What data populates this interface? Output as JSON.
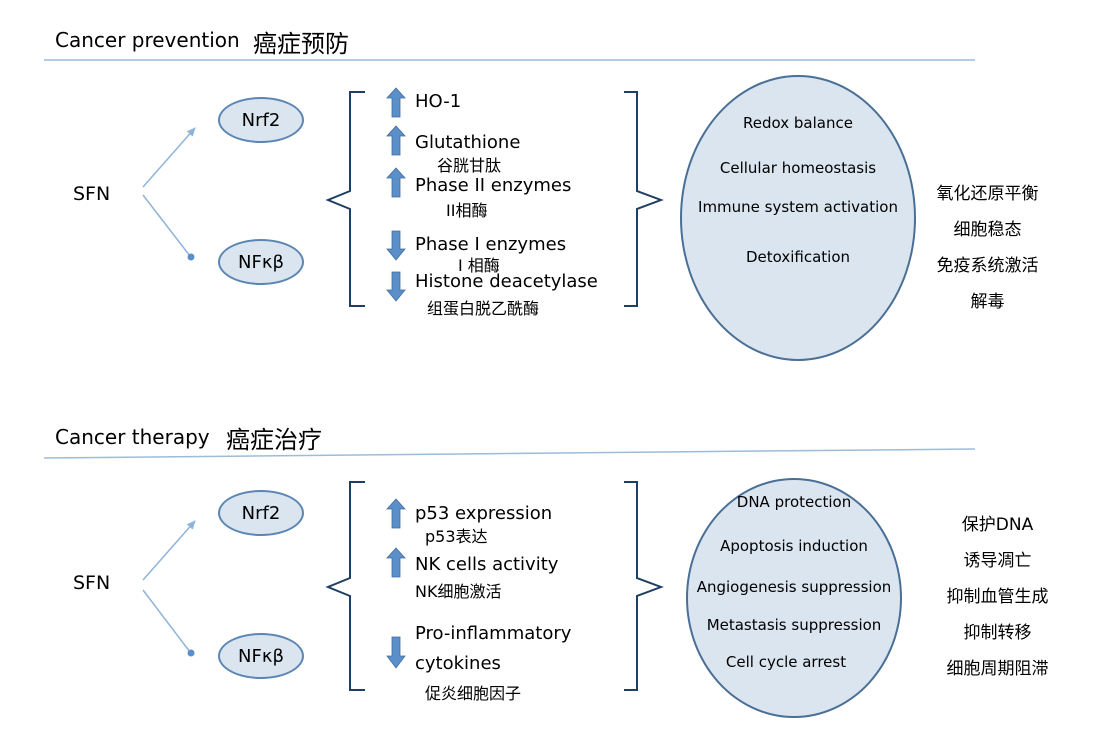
{
  "prevention": {
    "title_en": "Cancer prevention",
    "title_zh": "癌症预防",
    "sfn": "SFN",
    "nrf2": "Nrf2",
    "nfkb": "NFκβ",
    "effects": [
      {
        "direction": "up",
        "label": "HO-1",
        "zh": ""
      },
      {
        "direction": "up",
        "label": "Glutathione",
        "zh": "谷胱甘肽"
      },
      {
        "direction": "up",
        "label": "Phase II enzymes",
        "zh": "II相酶"
      },
      {
        "direction": "down",
        "label": "Phase I enzymes",
        "zh": "I 相酶"
      },
      {
        "direction": "down",
        "label": "Histone deacetylase",
        "zh": "组蛋白脱乙酰酶"
      }
    ],
    "circle_items": [
      "Redox balance",
      "Cellular homeostasis",
      "Immune system activation",
      "Detoxification"
    ],
    "outcomes_zh": [
      "氧化还原平衡",
      "细胞稳态",
      "免疫系统激活",
      "解毒"
    ]
  },
  "therapy": {
    "title_en": "Cancer therapy",
    "title_zh": "癌症治疗",
    "sfn": "SFN",
    "nrf2": "Nrf2",
    "nfkb": "NFκβ",
    "effects": [
      {
        "direction": "up",
        "label": "p53 expression",
        "zh": "p53表达"
      },
      {
        "direction": "up",
        "label": "NK cells activity",
        "zh": "NK细胞激活"
      },
      {
        "direction": "down",
        "label": "Pro-inflammatory",
        "label2": "cytokines",
        "zh": "促炎细胞因子"
      }
    ],
    "circle_items": [
      "DNA protection",
      "Apoptosis induction",
      "Angiogenesis suppression",
      "Metastasis suppression",
      "Cell cycle arrest"
    ],
    "outcomes_zh": [
      "保护DNA",
      "诱导凋亡",
      "抑制血管生成",
      "抑制转移",
      "细胞周期阻滞"
    ]
  },
  "colors": {
    "arrow_fill": "#5b8fc9",
    "ellipse_fill": "#dae5f0",
    "ellipse_stroke": "#4a6f96",
    "line": "#8fb4d9",
    "bracket": "#1f3e63"
  }
}
